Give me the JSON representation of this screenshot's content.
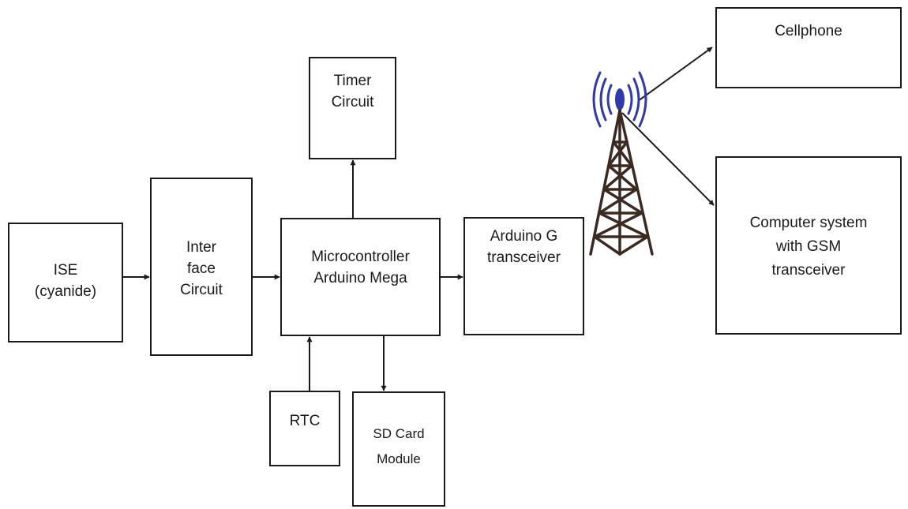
{
  "blocks": {
    "ise": {
      "line1": "ISE",
      "line2": "(cyanide)"
    },
    "interface": {
      "line1": "Inter",
      "line2": "face",
      "line3": "Circuit"
    },
    "micro": {
      "line1": "Microcontroller",
      "line2": "Arduino Mega"
    },
    "timer": {
      "line1": "Timer",
      "line2": "Circuit"
    },
    "rtc": {
      "line1": "RTC"
    },
    "sdcard": {
      "line1": "SD Card",
      "line2": "Module"
    },
    "arduino_g": {
      "line1": "Arduino G",
      "line2": "transceiver"
    },
    "cellphone": {
      "line1": "Cellphone"
    },
    "computer": {
      "line1": "Computer system",
      "line2": "with GSM",
      "line3": "transceiver"
    }
  },
  "icons": {
    "tower": "gsm-tower-icon"
  },
  "colors": {
    "line": "#1a1a1a",
    "tower": "#3a2a22",
    "signal": "#2f3aa8"
  }
}
